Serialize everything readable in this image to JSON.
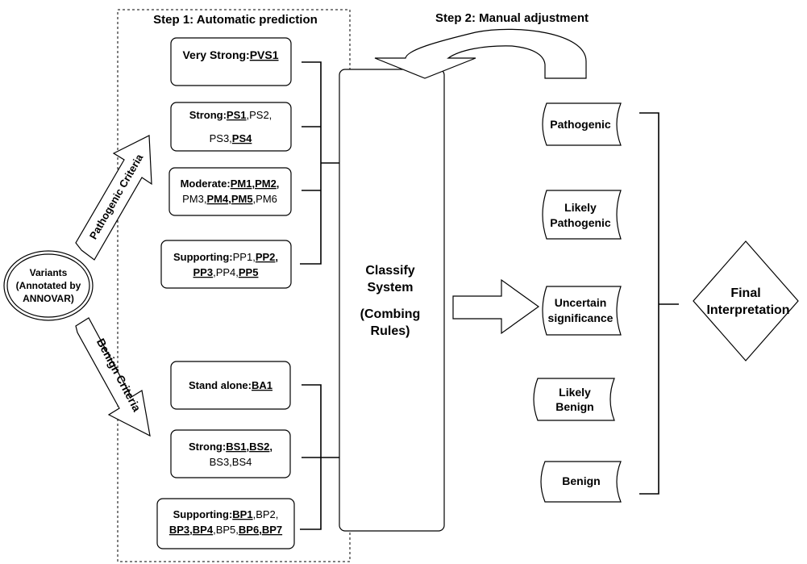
{
  "steps": {
    "step1": "Step 1: Automatic prediction",
    "step2": "Step 2: Manual adjustment"
  },
  "variants": {
    "line1": "Variants",
    "line2": "(Annotated by",
    "line3": "ANNOVAR)"
  },
  "arrows": {
    "pathogenic": "Pathogenic Criteria",
    "benign": "Benign Criteria"
  },
  "pathogenic_boxes": {
    "very_strong": {
      "label": "Very Strong:",
      "c1": "PVS1"
    },
    "strong": {
      "label": "Strong:",
      "c1": "PS1",
      "sep1": ",PS2,",
      "c2": "PS3,",
      "c3": "PS4"
    },
    "moderate": {
      "label": "Moderate:",
      "c1": "PM1",
      "sep1": ",",
      "c2": "PM2",
      "sep2": ",",
      "c3": "PM3,",
      "c4": "PM4",
      "sep3": ",",
      "c5": "PM5",
      "c6": ",PM6"
    },
    "supporting": {
      "label": "Supporting:",
      "c1": "PP1,",
      "c2": "PP2",
      "sep1": ",",
      "c3": "PP3",
      "c4": ",PP4,",
      "c5": "PP5"
    }
  },
  "benign_boxes": {
    "stand_alone": {
      "label": "Stand alone:",
      "c1": "BA1"
    },
    "strong": {
      "label": "Strong:",
      "c1": "BS1",
      "sep1": ",",
      "c2": "BS2",
      "sep2": ",",
      "c3": "BS3,BS4"
    },
    "supporting": {
      "label": "Supporting:",
      "c1": "BP1",
      "c2": ",BP2,",
      "c3": "BP3",
      "sep1": ",",
      "c4": "BP4",
      "c5": ",BP5,",
      "c6": "BP6",
      "sep2": ",",
      "c7": "BP7"
    }
  },
  "classify": {
    "line1": "Classify",
    "line2": "System",
    "line3": "(Combing",
    "line4": "Rules)"
  },
  "outcomes": {
    "pathogenic": "Pathogenic",
    "likely_pathogenic_1": "Likely",
    "likely_pathogenic_2": "Pathogenic",
    "uncertain_1": "Uncertain",
    "uncertain_2": "significance",
    "likely_benign_1": "Likely",
    "likely_benign_2": "Benign",
    "benign": "Benign"
  },
  "final": {
    "line1": "Final",
    "line2": "Interpretation"
  }
}
